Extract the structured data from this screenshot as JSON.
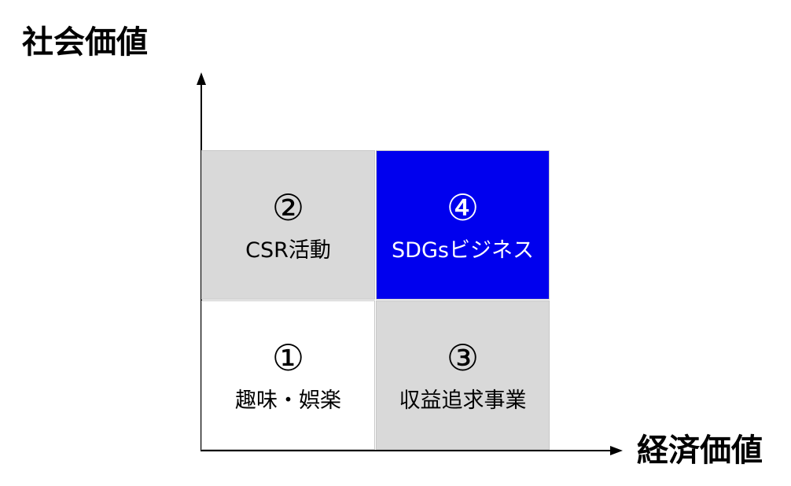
{
  "y_axis_label": "社会価値",
  "x_axis_label": "経済価値",
  "quadrants": {
    "q1": {
      "number": "①",
      "label": "趣味・娯楽",
      "fill": "#ffffff",
      "text_color": "#000000"
    },
    "q2": {
      "number": "②",
      "label": "CSR活動",
      "fill": "#d9d9d9",
      "text_color": "#000000"
    },
    "q3": {
      "number": "③",
      "label": "収益追求事業",
      "fill": "#d9d9d9",
      "text_color": "#000000"
    },
    "q4": {
      "number": "④",
      "label": "SDGsビジネス",
      "fill": "#0000ee",
      "text_color": "#ffffff"
    }
  }
}
